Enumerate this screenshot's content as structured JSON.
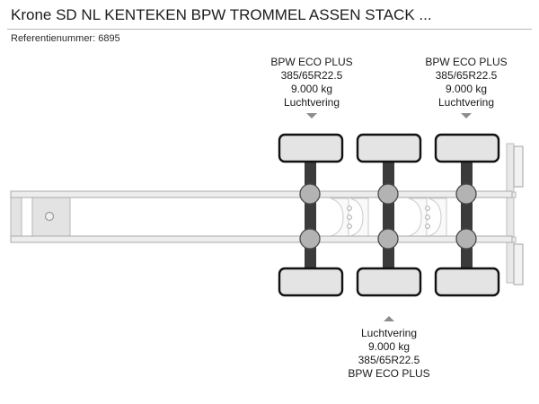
{
  "header": {
    "title": "Krone SD NL KENTEKEN BPW TROMMEL ASSEN STACK ...",
    "reference_label": "Referentienummer: 6895"
  },
  "callouts": {
    "top_left": {
      "line1": "BPW ECO PLUS",
      "line2": "385/65R22.5",
      "line3": "9.000 kg",
      "line4": "Luchtvering"
    },
    "top_right": {
      "line1": "BPW ECO PLUS",
      "line2": "385/65R22.5",
      "line3": "9.000 kg",
      "line4": "Luchtvering"
    },
    "bottom": {
      "line1": "Luchtvering",
      "line2": "9.000 kg",
      "line3": "385/65R22.5",
      "line4": "BPW ECO PLUS"
    }
  },
  "diagram": {
    "view": "top-view-trailer-chassis",
    "axle_count": 3,
    "tires_per_axle_side": 1,
    "colors": {
      "tire_fill": "#e4e4e4",
      "tire_stroke": "#111111",
      "axle_beam": "#3b3b3b",
      "hub_fill": "#b3b3b3",
      "rail_fill": "#ededed",
      "rail_stroke": "#b0b0b0",
      "nose_fill": "#e0e0e0",
      "detail_stroke": "#c8c8c8"
    }
  }
}
